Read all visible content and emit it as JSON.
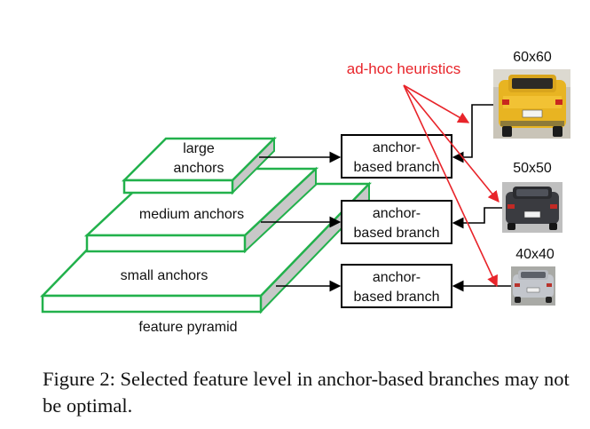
{
  "colors": {
    "layer_stroke": "#22b14c",
    "layer_side": "#c8c8c8",
    "heuristic": "#e8242a",
    "car_yellow": "#e8b422",
    "car_dark": "#3a3b40",
    "car_silver": "#b7bac0"
  },
  "pyramid": {
    "large_line1": "large",
    "large_line2": "anchors",
    "medium": "medium anchors",
    "small": "small anchors",
    "caption": "feature pyramid"
  },
  "branches": [
    {
      "line1": "anchor-",
      "line2": "based branch"
    },
    {
      "line1": "anchor-",
      "line2": "based branch"
    },
    {
      "line1": "anchor-",
      "line2": "based branch"
    }
  ],
  "heuristics_label": "ad-hoc heuristics",
  "objects": [
    {
      "size_label": "60x60",
      "icon": "yellow-car-image"
    },
    {
      "size_label": "50x50",
      "icon": "dark-car-image"
    },
    {
      "size_label": "40x40",
      "icon": "silver-car-image"
    }
  ],
  "figure_caption": "Figure 2:  Selected feature level in anchor-based branches may not be optimal."
}
